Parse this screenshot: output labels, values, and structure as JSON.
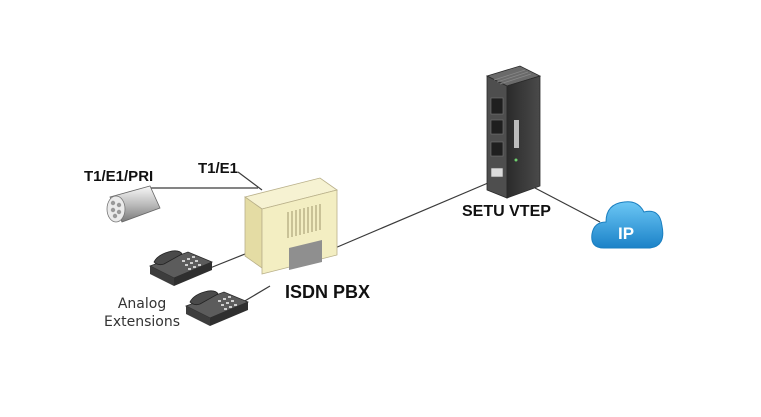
{
  "labels": {
    "trunk_bundle": "T1/E1/PRI",
    "trunk_link": "T1/E1",
    "pbx": "ISDN PBX",
    "gateway": "SETU VTEP",
    "extensions_line1": "Analog",
    "extensions_line2": "Extensions",
    "network": "IP"
  },
  "icons": {
    "trunk": "cable-bundle-icon",
    "pbx": "pbx-cabinet-icon",
    "phone": "desk-phone-icon",
    "gateway": "gateway-device-icon",
    "network": "cloud-icon"
  },
  "colors": {
    "pbx_body": "#f3eec2",
    "pbx_side": "#e4dca4",
    "pbx_panel": "#8f8f8f",
    "gateway_body": "#3e3e3e",
    "cloud_fill": "#2f9fe0",
    "line": "#333333"
  }
}
